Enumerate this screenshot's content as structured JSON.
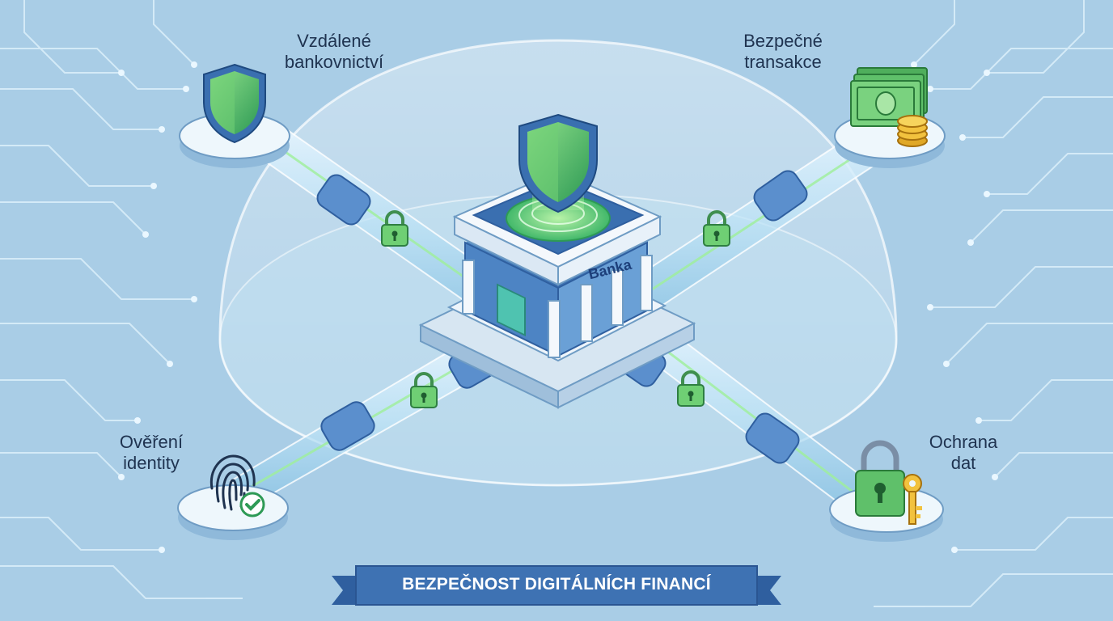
{
  "nodes": {
    "remote_banking": {
      "line1": "Vzdálené",
      "line2": "bankovnictví",
      "icon": "shield-icon"
    },
    "secure_transactions": {
      "line1": "Bezpečné",
      "line2": "transakce",
      "icon": "money-icon"
    },
    "identity_verification": {
      "line1": "Ověření",
      "line2": "identity",
      "icon": "fingerprint-icon"
    },
    "data_protection": {
      "line1": "Ochrana",
      "line2": "dat",
      "icon": "padlock-key-icon"
    }
  },
  "center": {
    "label": "Banka",
    "icon": "bank-icon"
  },
  "banner": {
    "text": "BEZPEČNOST DIGITÁLNÍCH FINANCÍ"
  },
  "colors": {
    "background": "#a9cde6",
    "circuit": "#d9eef9",
    "accent_green": "#5cc46a",
    "accent_blue": "#3a6fb0",
    "banner_blue": "#3e72b3",
    "text": "#1f3350"
  }
}
